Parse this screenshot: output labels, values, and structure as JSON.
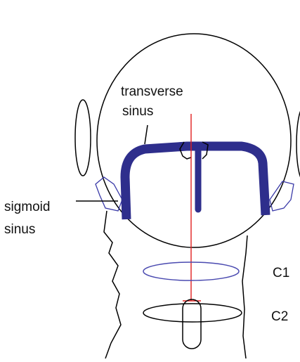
{
  "labels": {
    "transverse_line1": "transverse",
    "transverse_line2": "sinus",
    "sigmoid_line1": "sigmoid",
    "sigmoid_line2": "sinus",
    "c1": "C1",
    "c2": "C2"
  },
  "colors": {
    "outline": "#000000",
    "sinus": "#2e2e8c",
    "midline": "#e02020",
    "c1_ring": "#4a4ab0",
    "ear_outline": "#3a3aa8",
    "background": "#ffffff"
  }
}
